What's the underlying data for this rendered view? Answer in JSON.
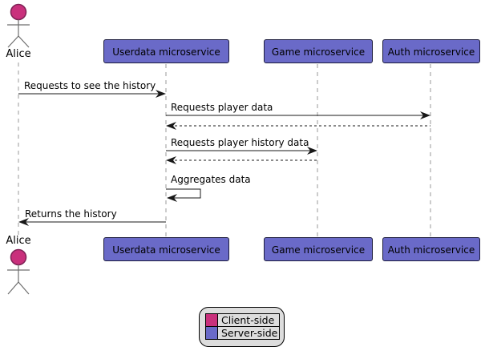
{
  "diagram": {
    "kind": "uml-sequence-diagram",
    "background": "#FFFFFF"
  },
  "colors": {
    "client_side": "#C9307C",
    "client_border": "#7E2255",
    "server_side": "#6A6AC8",
    "participant_border": "#1C1C3C",
    "lifeline": "#999999",
    "message_ink": "#181818",
    "actor_line": "#6E6E6E",
    "legend_bg": "#DDDDDD",
    "legend_border": "#000000"
  },
  "actors": [
    {
      "name": "Alice",
      "side": "client"
    }
  ],
  "participants": [
    {
      "name": "Userdata microservice",
      "side": "server"
    },
    {
      "name": "Game microservice",
      "side": "server"
    },
    {
      "name": "Auth microservice",
      "side": "server"
    }
  ],
  "messages": [
    {
      "text": "Requests to see the history",
      "from": "Alice",
      "to": "Userdata microservice",
      "style": "solid"
    },
    {
      "text": "Requests player data",
      "from": "Userdata microservice",
      "to": "Auth microservice",
      "style": "solid"
    },
    {
      "text": "",
      "from": "Auth microservice",
      "to": "Userdata microservice",
      "style": "dashed-return"
    },
    {
      "text": "Requests player history data",
      "from": "Userdata microservice",
      "to": "Game microservice",
      "style": "solid"
    },
    {
      "text": "",
      "from": "Game microservice",
      "to": "Userdata microservice",
      "style": "dashed-return"
    },
    {
      "text": "Aggregates data",
      "from": "Userdata microservice",
      "to": "Userdata microservice",
      "style": "self"
    },
    {
      "text": "Returns the history",
      "from": "Userdata microservice",
      "to": "Alice",
      "style": "solid"
    }
  ],
  "legend": {
    "items": [
      {
        "label": "Client-side",
        "color": "#C9307C"
      },
      {
        "label": "Server-side",
        "color": "#6A6AC8"
      }
    ]
  }
}
